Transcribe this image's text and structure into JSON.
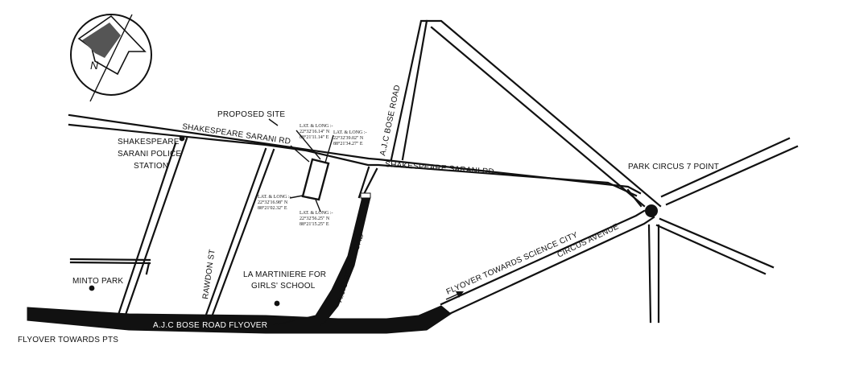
{
  "compass": {
    "north": "N"
  },
  "labels": {
    "proposed_site": "PROPOSED SITE",
    "shakespeare_sarani_rd_left": "SHAKESPEARE SARANI RD",
    "shakespeare_sarani_rd_right": "SHAKESPEARE SARANI RD.",
    "police_station_1": "SHAKESPEARE",
    "police_station_2": "SARANI POLICE",
    "police_station_3": "STATION",
    "ajc_bose_road_north": "A.J.C BOSE ROAD",
    "ajc_bose_road_south": "A.J.C BOSE ROAD",
    "park_circus": "PARK CIRCUS 7 POINT",
    "circus_avenue": "CIRCUS AVENUE",
    "flyover_science_city": "FLYOVER TOWARDS SCIENCE CITY",
    "rawdon_st": "RAWDON ST",
    "la_martiniere_1": "LA MARTINIERE FOR",
    "la_martiniere_2": "GIRLS' SCHOOL",
    "minto_park": "MINTO PARK",
    "ajc_flyover": "A.J.C BOSE ROAD FLYOVER",
    "flyover_pts": "FLYOVER TOWARDS PTS"
  },
  "coordinates": {
    "c1_1": "LAT. & LONG :-",
    "c1_2": "22°32'16.14\" N",
    "c1_3": "88°21'11.14\" E",
    "c2_1": "LAT. & LONG :-",
    "c2_2": "22°32'39.02\" N",
    "c2_3": "88°21'34.27\" E",
    "c3_1": "LAT. & LONG :-",
    "c3_2": "22°32'16.98\" N",
    "c3_3": "88°21'02.32\" E",
    "c4_1": "LAT. & LONG :-",
    "c4_2": "22°32'56.25\" N",
    "c4_3": "88°21'15.25\" E"
  }
}
